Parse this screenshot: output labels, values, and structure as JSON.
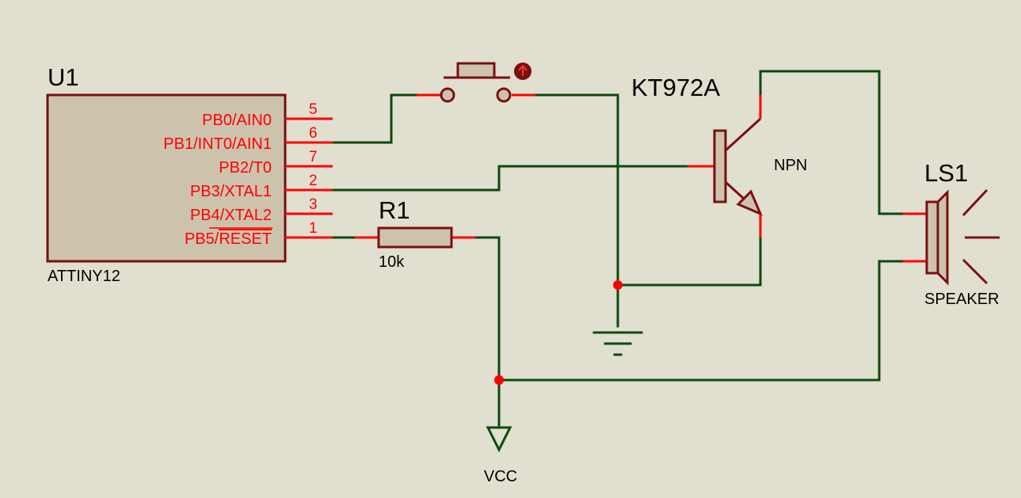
{
  "u1": {
    "ref": "U1",
    "part": "ATTINY12",
    "pins": [
      {
        "name": "PB0/AIN0",
        "num": "5"
      },
      {
        "name": "PB1/INT0/AIN1",
        "num": "6"
      },
      {
        "name": "PB2/T0",
        "num": "7"
      },
      {
        "name": "PB3/XTAL1",
        "num": "2"
      },
      {
        "name": "PB4/XTAL2",
        "num": "3"
      },
      {
        "name": "PB5/",
        "overline": "RESET",
        "num": "1"
      }
    ]
  },
  "r1": {
    "ref": "R1",
    "value": "10k"
  },
  "q1": {
    "ref": "KT972A",
    "type": "NPN"
  },
  "ls1": {
    "ref": "LS1",
    "part": "SPEAKER"
  },
  "power": {
    "label": "VCC"
  },
  "colors": {
    "wire": "#0c4a0c",
    "pin": "#ff0000",
    "body": "#7a0f0f",
    "fill": "#cdc3ad",
    "background": "#e0dfd0"
  }
}
